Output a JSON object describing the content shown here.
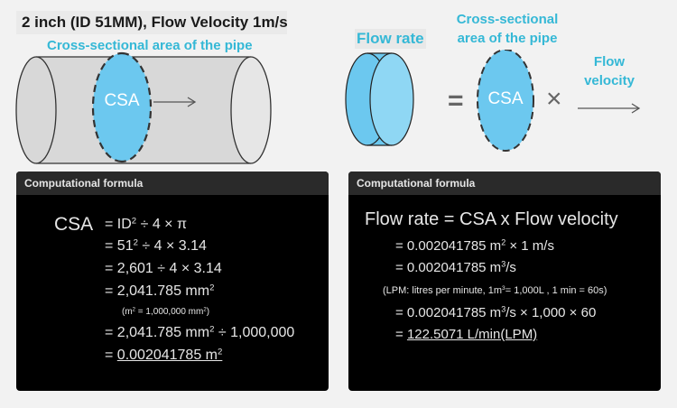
{
  "left": {
    "title": "2 inch (ID 51MM), Flow Velocity 1m/s",
    "area_label": "Cross-sectional area of the pipe",
    "csa_label": "CSA"
  },
  "right": {
    "flow_rate_label": "Flow rate",
    "area_label_line1": "Cross-sectional",
    "area_label_line2": "area of the pipe",
    "csa_label": "CSA",
    "equals": "=",
    "times": "×",
    "velocity_line1": "Flow",
    "velocity_line2": "velocity"
  },
  "csa_panel": {
    "header": "Computational formula",
    "symbol": "CSA",
    "lines": [
      {
        "pre": "= ID",
        "sup": "2",
        "post": " ÷ 4 × π"
      },
      {
        "pre": "= 51",
        "sup": "2",
        "post": " ÷ 4 × 3.14"
      },
      {
        "pre": "= 2,601 ÷ 4 × 3.14",
        "sup": "",
        "post": ""
      },
      {
        "pre": "= 2,041.785 mm",
        "sup": "2",
        "post": ""
      },
      {
        "pre": "(m",
        "sup": "2",
        "post": " = 1,000,000 mm",
        "sup2": "2",
        "post2": ")"
      },
      {
        "pre": "= 2,041.785 mm",
        "sup": "2",
        "post": " ÷ 1,000,000"
      },
      {
        "pre": "= ",
        "uline": "0.002041785 m",
        "sup": "2",
        "post": ""
      }
    ]
  },
  "flow_panel": {
    "header": "Computational formula",
    "headline": "Flow rate = CSA x Flow velocity",
    "lines": [
      {
        "pre": "= 0.002041785 m",
        "sup": "2",
        "post": " × 1 m/s"
      },
      {
        "pre": "= 0.002041785 m",
        "sup": "3",
        "post": "/s"
      },
      {
        "pre": "(LPM: litres per minute, 1m",
        "sup": "3",
        "post": "= 1,000L , 1 min = 60s)"
      },
      {
        "pre": "= 0.002041785 m",
        "sup": "3",
        "post": "/s × 1,000 × 60"
      },
      {
        "pre": "= ",
        "uline": "122.5071 L/min(LPM)",
        "sup": "",
        "post": ""
      }
    ]
  },
  "colors": {
    "accent": "#35b8d6",
    "ellipse_fill": "#6cc8ef",
    "cylinder_fill": "#d8d8d8",
    "panel_bg": "#000000",
    "panel_header": "#2a2a2a"
  }
}
